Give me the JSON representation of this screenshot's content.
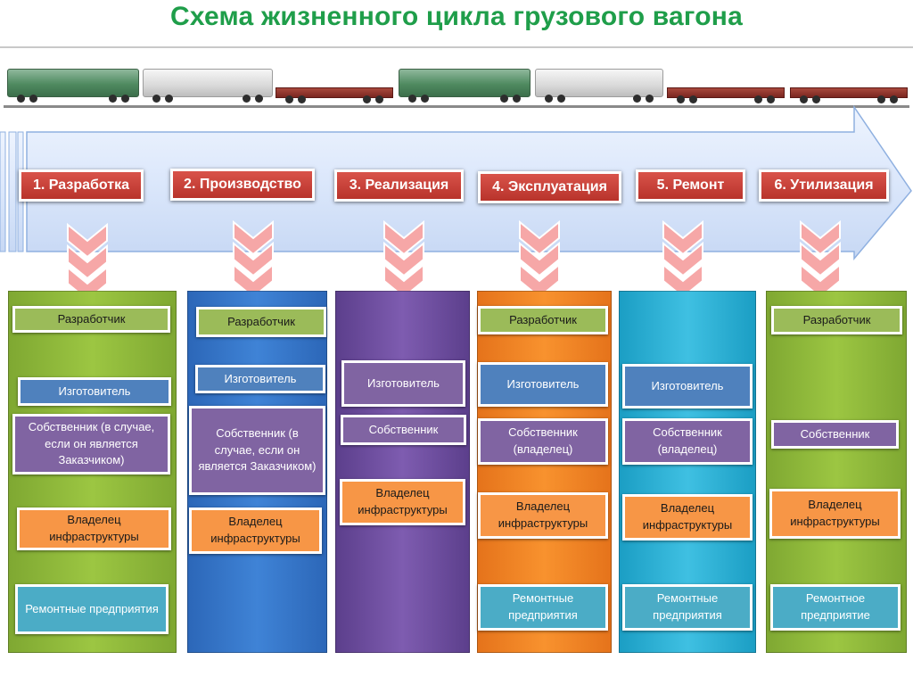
{
  "title": "Схема жизненного цикла грузового вагона",
  "colors": {
    "title_green": "#1f9e4a",
    "stage_red": "#c0392b",
    "arrow_blue": "#dbe7fb",
    "role_green": "#9bbb59",
    "role_blue": "#4f81bd",
    "role_purple": "#8064a2",
    "role_orange": "#f79646",
    "role_aqua": "#4bacc6"
  },
  "stages": [
    {
      "label": "1. Разработка"
    },
    {
      "label": "2. Производство"
    },
    {
      "label": "3. Реализация"
    },
    {
      "label": "4. Эксплуатация"
    },
    {
      "label": "5. Ремонт"
    },
    {
      "label": "6. Утилизация"
    }
  ],
  "columns": [
    {
      "roles": [
        "Разработчик",
        "Изготовитель",
        "Собственник (в случае, если он является Заказчиком)",
        "Владелец инфраструктуры",
        "Ремонтные предприятия"
      ]
    },
    {
      "roles": [
        "Разработчик",
        "Изготовитель",
        "Собственник (в случае, если он является Заказчиком)",
        "Владелец инфраструктуры"
      ]
    },
    {
      "roles": [
        "Изготовитель",
        "Собственник",
        "Владелец инфраструктуры"
      ]
    },
    {
      "roles": [
        "Разработчик",
        "Изготовитель",
        "Собственник (владелец)",
        "Владелец инфраструктуры",
        "Ремонтные предприятия"
      ]
    },
    {
      "roles": [
        "Изготовитель",
        "Собственник (владелец)",
        "Владелец инфраструктуры",
        "Ремонтные предприятия"
      ]
    },
    {
      "roles": [
        "Разработчик",
        "Собственник",
        "Владелец инфраструктуры",
        "Ремонтное предприятие"
      ]
    }
  ],
  "icons": {
    "train": "freight-train-image",
    "arrow": "timeline-arrow",
    "chevron": "triple-chevron-down-icon"
  }
}
